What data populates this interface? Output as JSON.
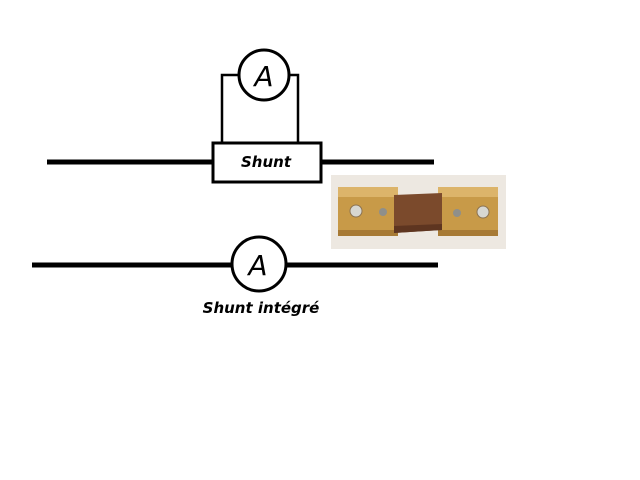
{
  "circuit_top": {
    "ammeter_symbol": "A",
    "shunt_label": "Shunt"
  },
  "circuit_bottom": {
    "ammeter_symbol": "A",
    "caption": "Shunt intégré"
  },
  "photo": {
    "subject": "shunt-resistor",
    "colors": {
      "background": "#ede8e1",
      "terminal": "#c89a48",
      "terminal_light": "#dcb46a",
      "terminal_dark": "#a77a35",
      "strip": "#7b4a2c",
      "strip_dark": "#5e3520",
      "screw": "#d7d7d2"
    }
  },
  "colors": {
    "wire": "#000000",
    "background": "#ffffff"
  }
}
